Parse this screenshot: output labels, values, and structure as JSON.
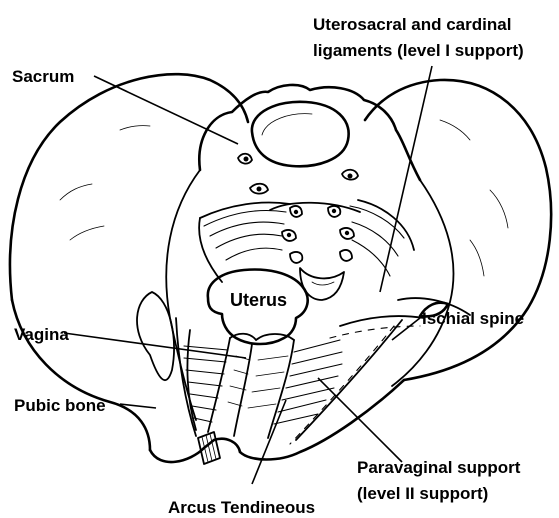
{
  "labels": {
    "uterosacral_line1": "Uterosacral and cardinal",
    "uterosacral_line2": "ligaments (level I support)",
    "sacrum": "Sacrum",
    "uterus": "Uterus",
    "ischial_spine": "Ischial spine",
    "vagina": "Vagina",
    "pubic_bone": "Pubic bone",
    "paravaginal_line1": "Paravaginal support",
    "paravaginal_line2": "(level II support)",
    "arcus_tendineous": "Arcus Tendineous"
  },
  "colors": {
    "ink": "#000000",
    "background": "#ffffff"
  }
}
